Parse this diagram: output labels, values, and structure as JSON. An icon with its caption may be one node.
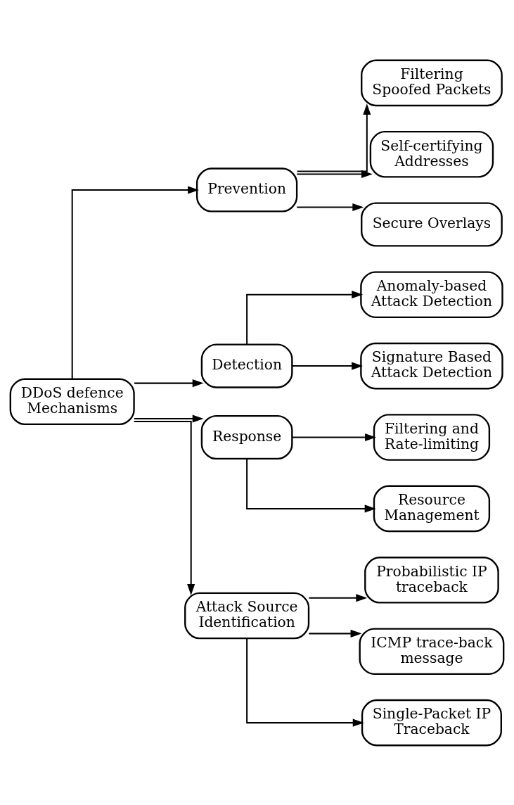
{
  "diagram": {
    "nodes": [
      {
        "text": [
          "DDoS defence Mechanisms"
        ]
      },
      {
        "text": [
          "Prevention"
        ]
      },
      {
        "text": [
          "Filtering Spoofed Packets"
        ]
      },
      {
        "text": [
          "Self-certifying Addresses"
        ]
      },
      {
        "text": [
          "Secure Overlays"
        ]
      },
      {
        "text": [
          "Detection"
        ]
      },
      {
        "text": [
          "Anomaly-based Attack Detection"
        ]
      },
      {
        "text": [
          "Signature Based Attack Detection"
        ]
      },
      {
        "text": [
          "Response"
        ]
      },
      {
        "text": [
          "Filtering and Rate-limiting"
        ]
      },
      {
        "text": [
          "Resource Management"
        ]
      },
      {
        "text": [
          "Attack Source Identification"
        ]
      },
      {
        "text": [
          "Probabilistic IP traceback"
        ]
      },
      {
        "text": [
          "ICMP trace-back message"
        ]
      },
      {
        "text": [
          "Single-Packet IP Traceback"
        ]
      }
    ],
    "edges": [
      {
        "from": 0,
        "to": 1,
        "arrow": "to"
      },
      {
        "from": 0,
        "to": 5,
        "arrow": "to"
      },
      {
        "from": 0,
        "to": 8,
        "arrow": "to"
      },
      {
        "from": 0,
        "to": 11,
        "arrow": "to"
      },
      {
        "from": 1,
        "to": 2,
        "arrow": "to"
      },
      {
        "from": 1,
        "to": 3,
        "arrow": "to"
      },
      {
        "from": 1,
        "to": 4,
        "arrow": "to"
      },
      {
        "from": 5,
        "to": 6,
        "arrow": "to"
      },
      {
        "from": 5,
        "to": 7,
        "arrow": "to"
      },
      {
        "from": 8,
        "to": 9,
        "arrow": "to"
      },
      {
        "from": 8,
        "to": 10,
        "arrow": "to"
      },
      {
        "from": 11,
        "to": 12,
        "arrow": "to"
      },
      {
        "from": 11,
        "to": 13,
        "arrow": "to"
      },
      {
        "from": 11,
        "to": 14,
        "arrow": "to"
      }
    ]
  }
}
